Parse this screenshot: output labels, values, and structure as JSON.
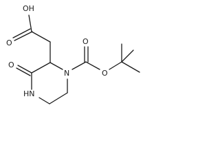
{
  "molecule": {
    "atoms": {
      "carboxyl_oh": "OH",
      "carboxyl_o": "O",
      "ketone_o": "O",
      "ring_n": "N",
      "ring_nh": "HN",
      "boc_carbonyl_o": "O",
      "boc_ether_o": "O"
    }
  }
}
